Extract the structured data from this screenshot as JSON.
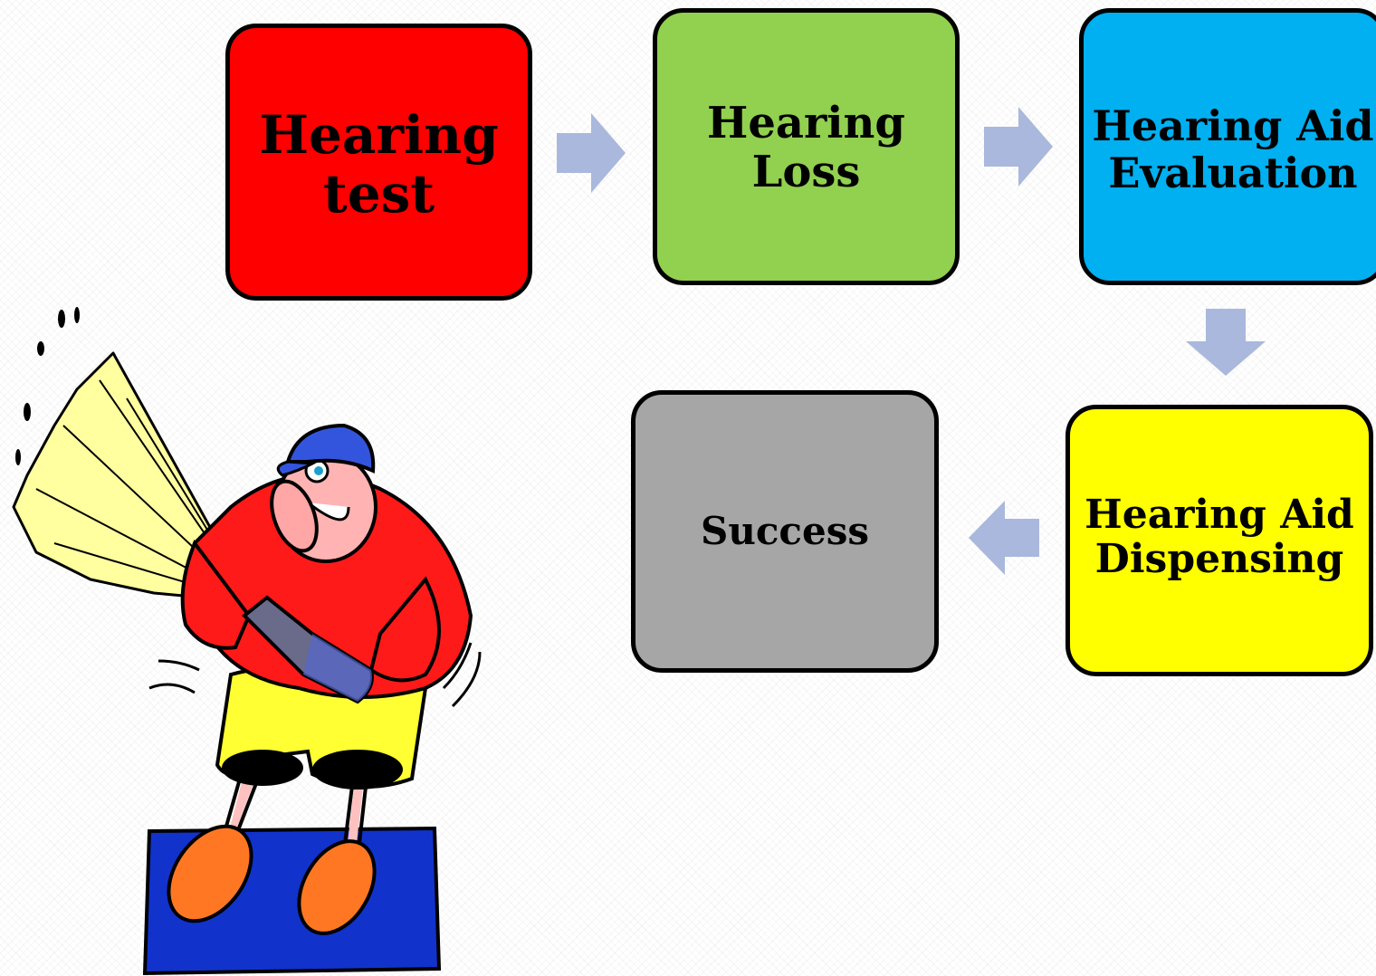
{
  "steps": [
    {
      "lines": [
        "Hearing",
        "test"
      ],
      "fill": "#ff0000"
    },
    {
      "lines": [
        "Hearing",
        "Loss"
      ],
      "fill": "#92d050"
    },
    {
      "lines": [
        "Hearing Aid",
        "Evaluation"
      ],
      "fill": "#00b0f0"
    },
    {
      "lines": [
        "Hearing Aid",
        "Dispensing"
      ],
      "fill": "#ffff00"
    },
    {
      "lines": [
        "Success"
      ],
      "fill": "#a6a6a6"
    }
  ],
  "colors": {
    "arrow": "#a9b8dc",
    "outline": "#000000",
    "shirt": "#ff1a1a",
    "shorts": "#ffff33",
    "cap": "#3355dd",
    "mat": "#1133cc",
    "shoes": "#ff7722",
    "spray": "#ffffa0"
  },
  "icons": {
    "arrow": "block-arrow-icon",
    "illustration": "champagne-celebration-illustration"
  }
}
